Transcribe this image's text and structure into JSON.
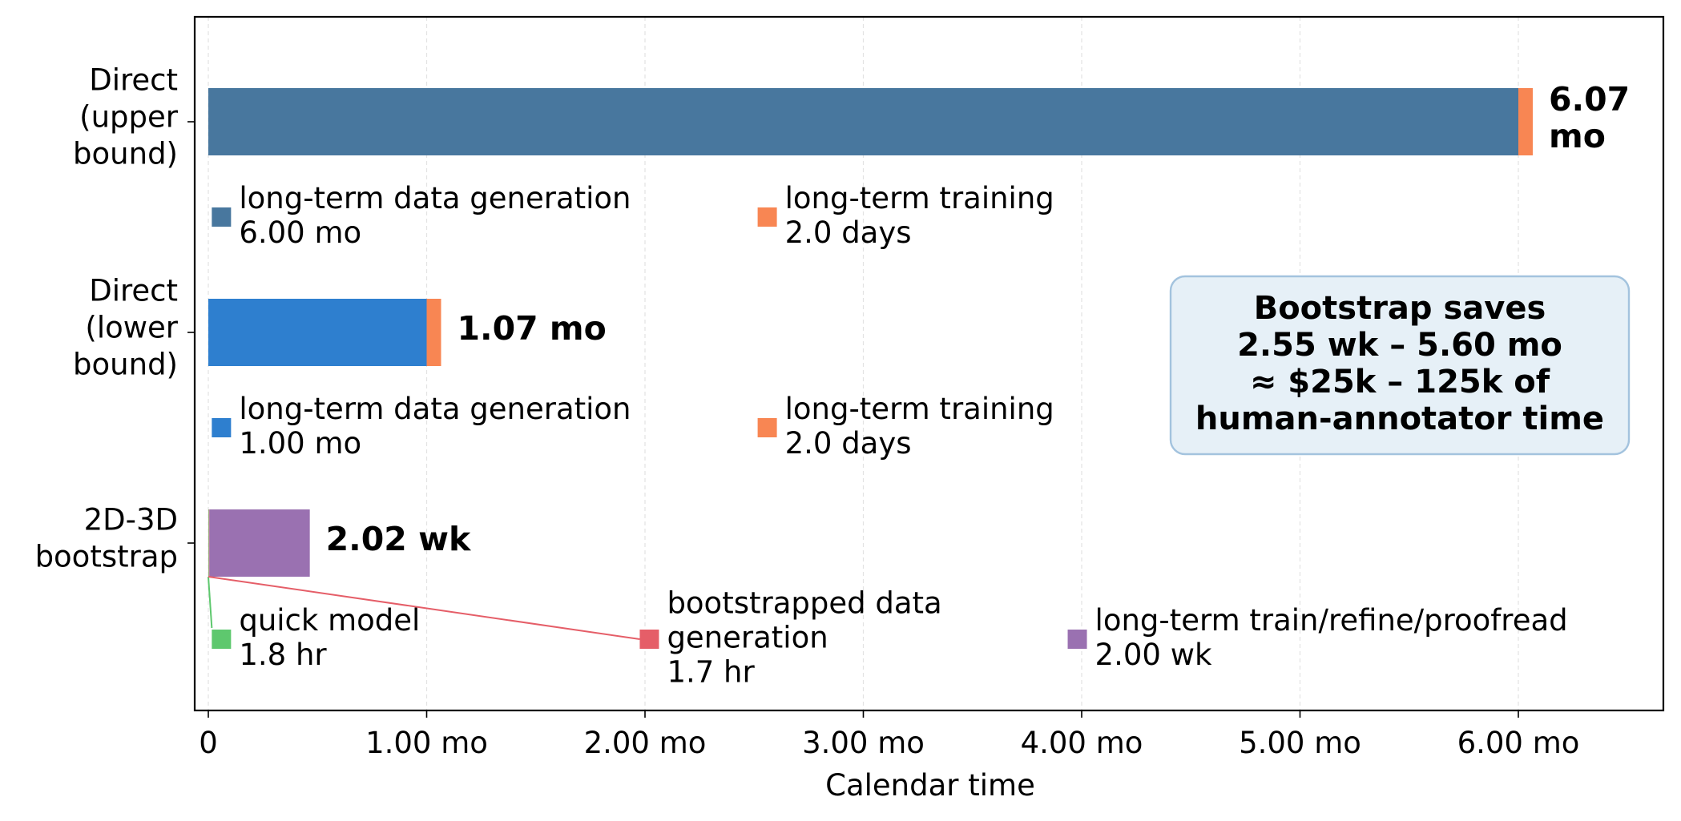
{
  "chart_data": {
    "type": "bar",
    "orientation": "horizontal",
    "stacked": true,
    "xlabel": "Calendar time",
    "x_unit": "months",
    "xlim": [
      -0.05,
      6.7
    ],
    "grid": "vertical dashed",
    "xticks": [
      {
        "value": 0,
        "label": "0"
      },
      {
        "value": 1,
        "label": "1.00 mo"
      },
      {
        "value": 2,
        "label": "2.00 mo"
      },
      {
        "value": 3,
        "label": "3.00 mo"
      },
      {
        "value": 4,
        "label": "4.00 mo"
      },
      {
        "value": 5,
        "label": "5.00 mo"
      },
      {
        "value": 6,
        "label": "6.00 mo"
      }
    ],
    "bars": [
      {
        "category": "Direct\n(upper\nbound)",
        "total_label": "6.07\nmo",
        "segments": [
          {
            "name": "long-term data generation",
            "value": 6.0,
            "label": "6.00 mo",
            "color": "#48779e"
          },
          {
            "name": "long-term training",
            "value": 0.066,
            "label": "2.0 days",
            "color": "#f88653"
          }
        ]
      },
      {
        "category": "Direct\n(lower\nbound)",
        "total_label": "1.07 mo",
        "segments": [
          {
            "name": "long-term data generation",
            "value": 1.0,
            "label": "1.00 mo",
            "color": "#2e7fcf"
          },
          {
            "name": "long-term training",
            "value": 0.066,
            "label": "2.0 days",
            "color": "#f88653"
          }
        ]
      },
      {
        "category": "2D-3D\nbootstrap",
        "total_label": "2.02 wk",
        "segments": [
          {
            "name": "quick model",
            "value": 0.0025,
            "label": "1.8 hr",
            "color": "#5ec86e"
          },
          {
            "name": "bootstrapped data\ngeneration",
            "value": 0.0023,
            "label": "1.7 hr",
            "color": "#e55e68"
          },
          {
            "name": "long-term train/refine/proofread",
            "value": 0.46,
            "label": "2.00 wk",
            "color": "#9a71b1"
          }
        ]
      }
    ],
    "annotation": {
      "lines": [
        "Bootstrap saves",
        "2.55 wk – 5.60 mo",
        "≈ $25k – 125k of",
        "human-annotator time"
      ],
      "background": "#e6f0f7",
      "border": "#a3c3de"
    },
    "colors": {
      "upper_data": "#48779e",
      "lower_data": "#2e7fcf",
      "training": "#f88653",
      "quick_model": "#5ec86e",
      "bootstrapped": "#e55e68",
      "long_term_bootstrap": "#9a71b1"
    }
  }
}
